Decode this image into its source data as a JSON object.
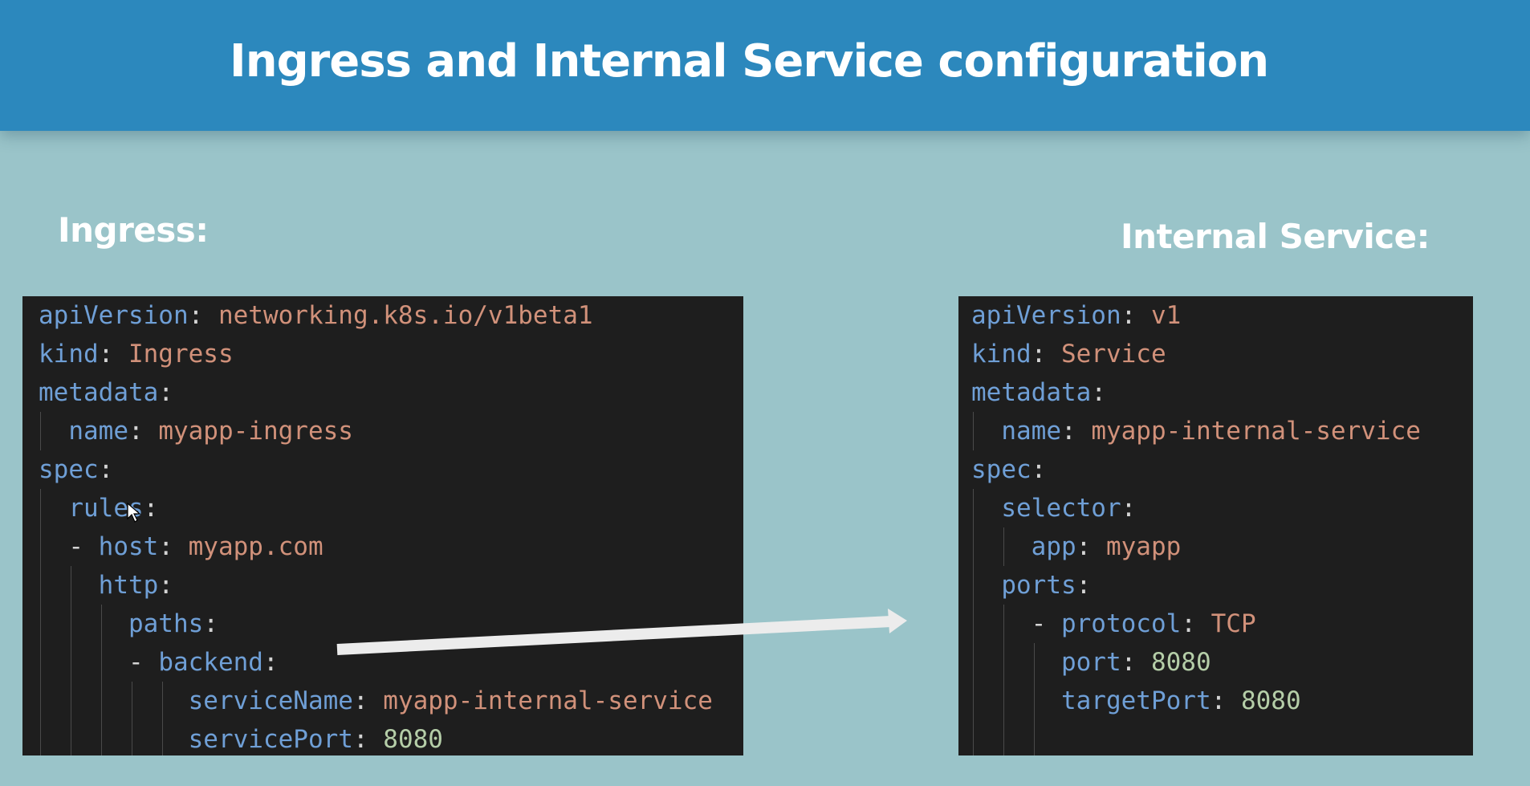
{
  "title": "Ingress and Internal Service configuration",
  "ingress": {
    "label": "Ingress:",
    "lines": [
      {
        "key": "apiVersion",
        "value": "networking.k8s.io/v1beta1"
      },
      {
        "key": "kind",
        "value": "Ingress"
      },
      {
        "key": "metadata",
        "value": ""
      },
      {
        "key": "name",
        "value": "myapp-ingress"
      },
      {
        "key": "spec",
        "value": ""
      },
      {
        "key": "rules",
        "value": ""
      },
      {
        "key": "host",
        "value": "myapp.com"
      },
      {
        "key": "http",
        "value": ""
      },
      {
        "key": "paths",
        "value": ""
      },
      {
        "key": "backend",
        "value": ""
      },
      {
        "key": "serviceName",
        "value": "myapp-internal-service"
      },
      {
        "key": "servicePort",
        "value": "8080"
      }
    ]
  },
  "service": {
    "label": "Internal Service:",
    "lines": [
      {
        "key": "apiVersion",
        "value": "v1"
      },
      {
        "key": "kind",
        "value": "Service"
      },
      {
        "key": "metadata",
        "value": ""
      },
      {
        "key": "name",
        "value": "myapp-internal-service"
      },
      {
        "key": "spec",
        "value": ""
      },
      {
        "key": "selector",
        "value": ""
      },
      {
        "key": "app",
        "value": "myapp"
      },
      {
        "key": "ports",
        "value": ""
      },
      {
        "key": "protocol",
        "value": "TCP"
      },
      {
        "key": "port",
        "value": "8080"
      },
      {
        "key": "targetPort",
        "value": "8080"
      }
    ]
  },
  "colors": {
    "banner": "#2c88bd",
    "background": "#9ac4c9",
    "code_background": "#1e1e1e",
    "yaml_key": "#6f9fd6",
    "yaml_string": "#d1917a",
    "yaml_number": "#b5cea8"
  },
  "icons": [
    "arrow-icon",
    "mouse-cursor-icon"
  ]
}
